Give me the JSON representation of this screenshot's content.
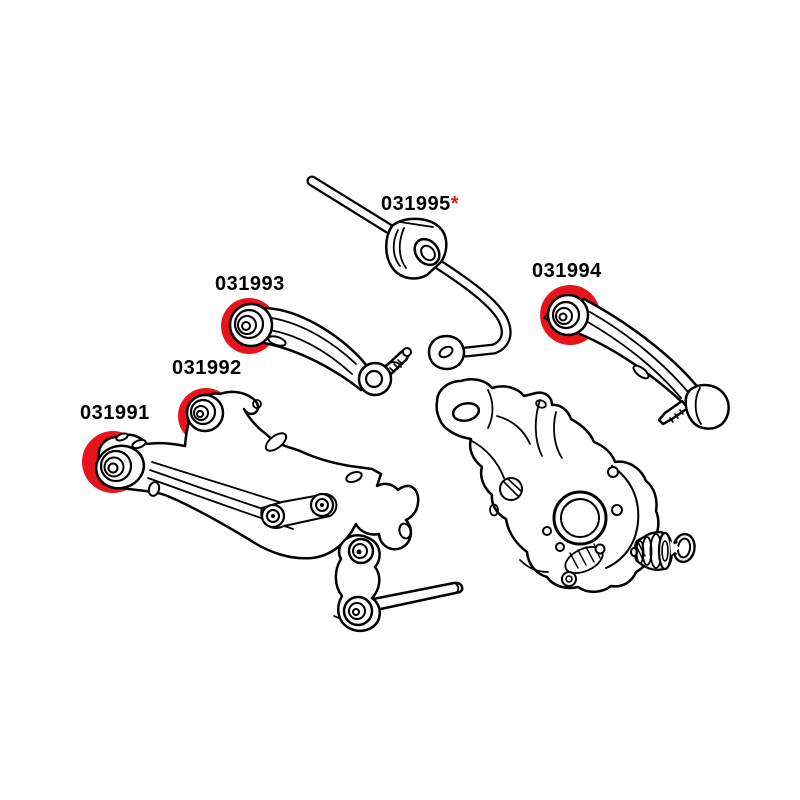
{
  "diagram": {
    "title": "rear-suspension-parts-diagram",
    "background_color": "#ffffff",
    "line_color": "#000000",
    "highlight_color": "#e8141c",
    "parts": [
      {
        "id": "031991",
        "label": "031991",
        "highlighted": true
      },
      {
        "id": "031992",
        "label": "031992",
        "highlighted": true
      },
      {
        "id": "031993",
        "label": "031993",
        "highlighted": true
      },
      {
        "id": "031994",
        "label": "031994",
        "highlighted": true
      },
      {
        "id": "031995",
        "label": "031995",
        "asterisk": "*",
        "highlighted": true
      }
    ]
  }
}
